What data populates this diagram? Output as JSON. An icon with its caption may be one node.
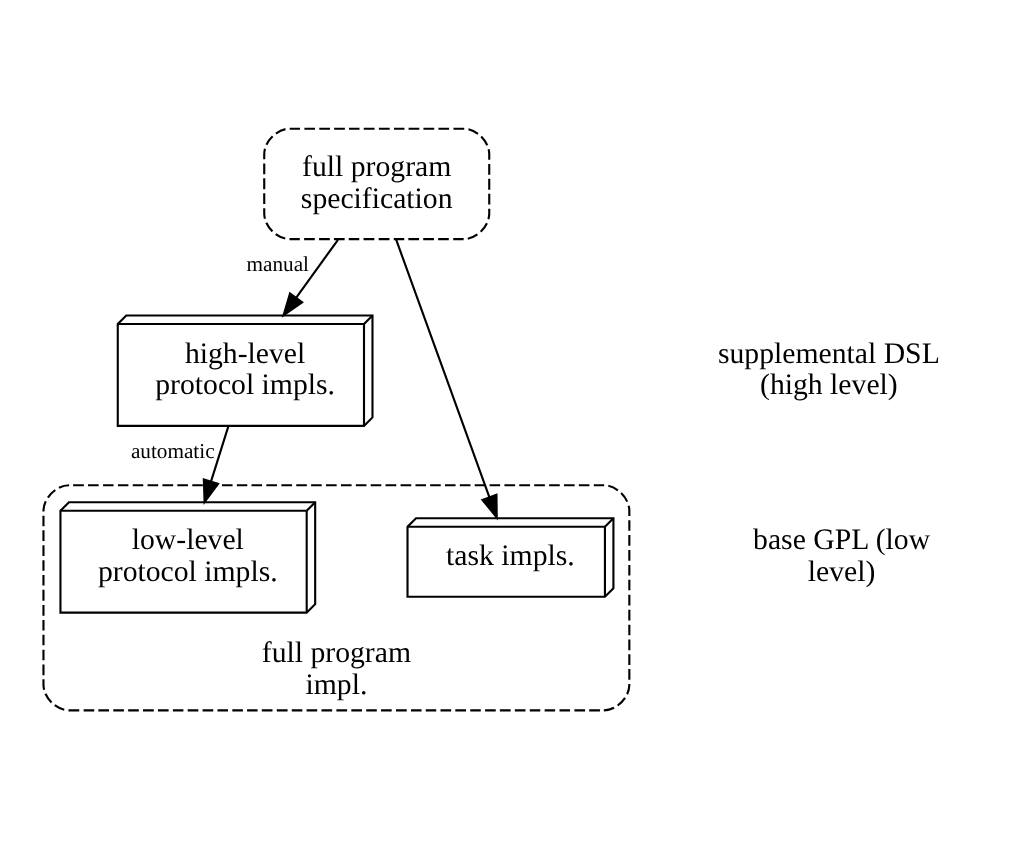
{
  "diagram": {
    "nodes": [
      {
        "text": [
          "full program specification"
        ]
      },
      {
        "text": [
          "high-level protocol impls."
        ]
      },
      {
        "text": [
          "full program impl."
        ]
      },
      {
        "text": [
          "task impls."
        ],
        "in": 2
      },
      {
        "text": [
          "low-level protocol impls."
        ],
        "in": 2
      }
    ],
    "edges": [
      {
        "from": 0,
        "to": 1,
        "arrow": "to",
        "label": "manual"
      },
      {
        "from": 0,
        "to": 3,
        "arrow": "to"
      },
      {
        "from": 1,
        "to": 4,
        "arrow": "to",
        "label": "automatic"
      }
    ],
    "labels": [
      "supplemental DSL (high level)",
      "base GPL (low level)"
    ]
  }
}
